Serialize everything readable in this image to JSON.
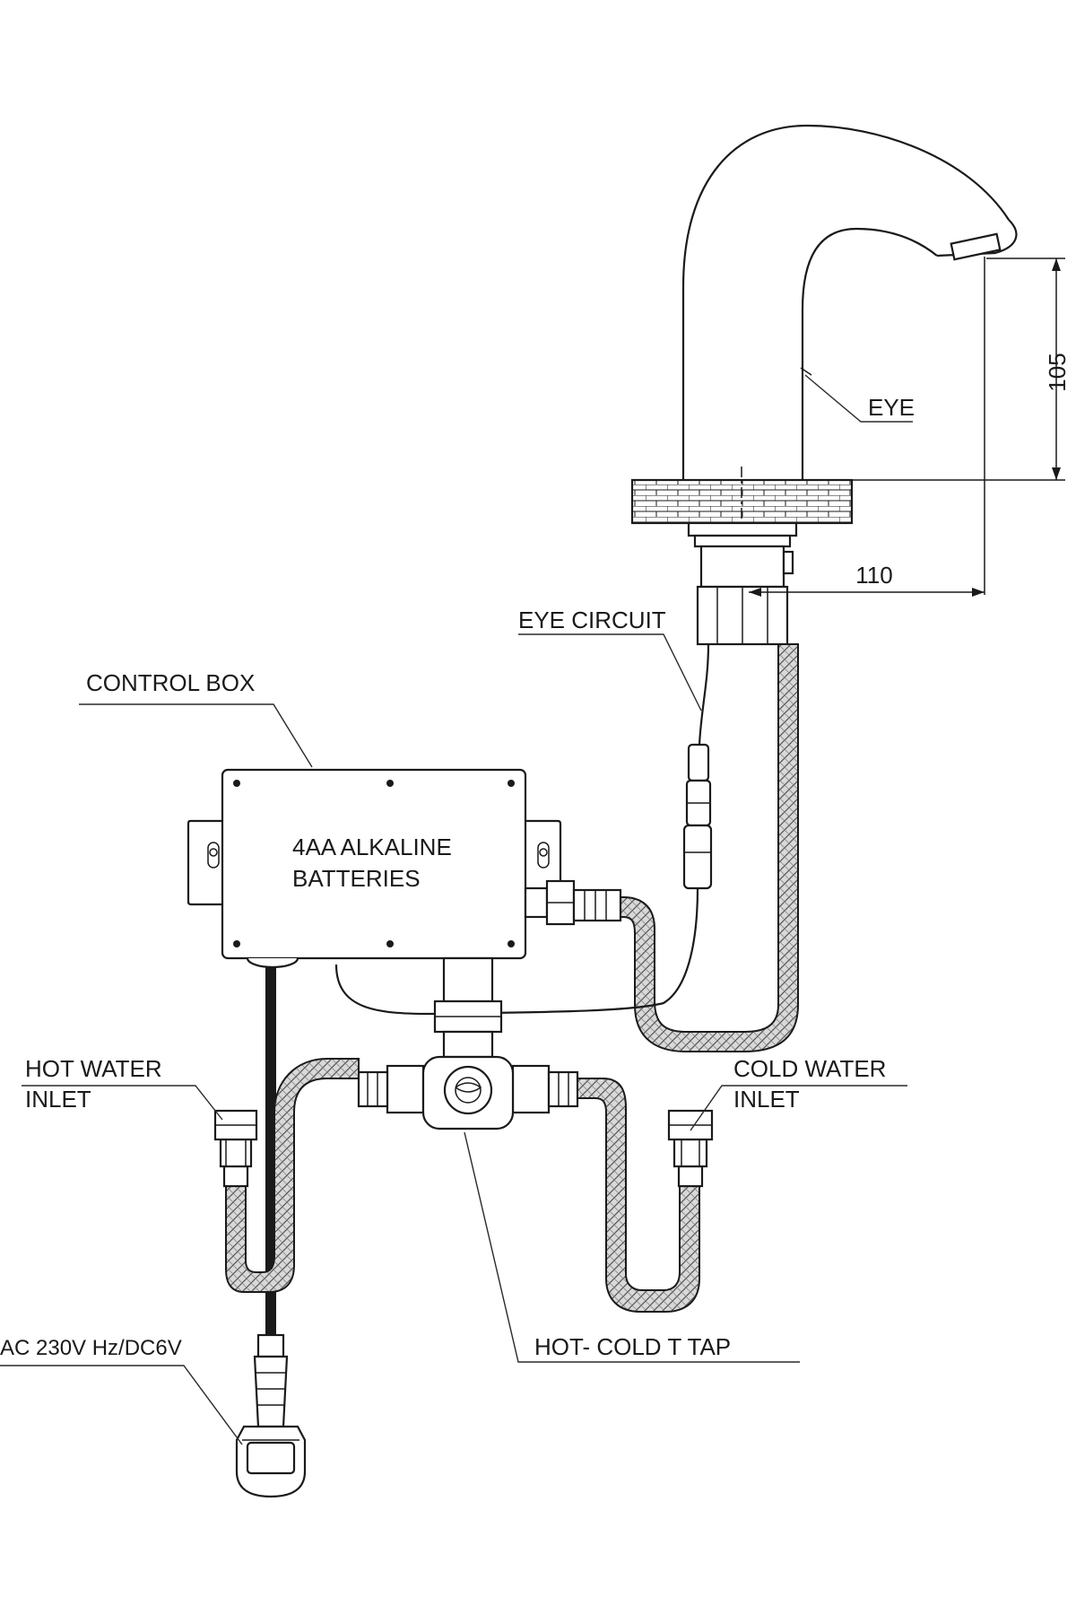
{
  "labels": {
    "eye": "EYE",
    "eye_circuit": "EYE CIRCUIT",
    "control_box": "CONTROL BOX",
    "batteries_line1": "4AA ALKALINE",
    "batteries_line2": "BATTERIES",
    "hot_water_line1": "HOT WATER",
    "hot_water_line2": "INLET",
    "cold_water_line1": "COLD WATER",
    "cold_water_line2": "INLET",
    "t_tap": "HOT- COLD T TAP",
    "power": "AC 230V Hz/DC6V"
  },
  "dimensions": {
    "height": "105",
    "reach": "110"
  },
  "colors": {
    "ink": "#1a1a1a",
    "background": "#ffffff"
  }
}
